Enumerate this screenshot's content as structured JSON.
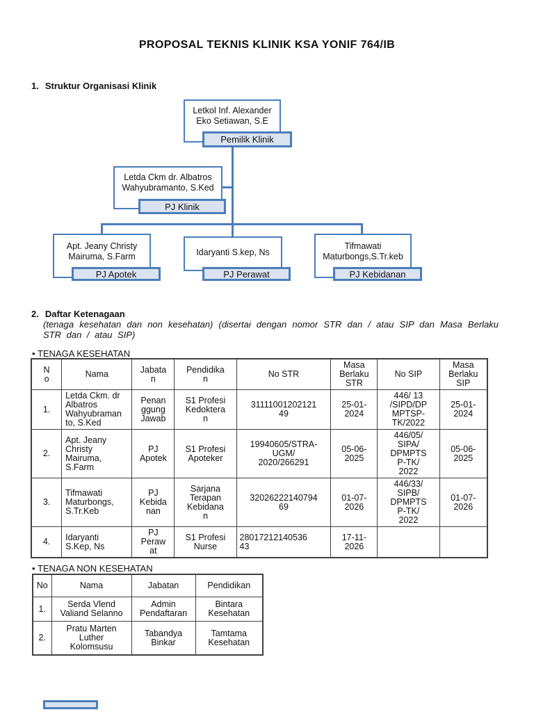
{
  "doc": {
    "title": "PROPOSAL TEKNIS KLINIK KSA YONIF 764/IB"
  },
  "section1": {
    "number": "1.",
    "title": "Struktur Organisasi Klinik"
  },
  "org_chart": {
    "accent_color": "#4a7ebb",
    "label_fill": "#dbe3f0",
    "nodes": [
      {
        "name": "Letkol Inf. Alexander\nEko Setiawan, S.E",
        "role": "Pemilik Klinik"
      },
      {
        "name": "Letda Ckm dr. Albatros\nWahyubramanto, S.Ked",
        "role": "PJ Klinik"
      },
      {
        "name": "Apt. Jeany Christy\nMairuma, S.Farm",
        "role": "PJ Apotek"
      },
      {
        "name": "Idaryanti S.kep, Ns",
        "role": "PJ Perawat"
      },
      {
        "name": "Tifmawati\nMaturbongs,S.Tr.keb",
        "role": "PJ Kebidanan"
      }
    ]
  },
  "section2": {
    "number": "2.",
    "title": "Daftar Ketenagaan",
    "note": "(tenaga kesehatan dan non kesehatan) (disertai dengan nomor STR dan / atau SIP dan Masa Berlaku STR dan / atau SIP)",
    "table1_label": "TENAGA KESEHATAN",
    "table2_label": "TENAGA NON KESEHATAN"
  },
  "table1": {
    "headers": [
      "N\no",
      "Nama",
      "Jabata\nn",
      "Pendidika\nn",
      "No STR",
      "Masa\nBerlaku\nSTR",
      "No SIP",
      "Masa\nBerlaku\nSIP"
    ],
    "rows": [
      [
        "1.",
        "Letda Ckm. dr\nAlbatros\nWahyubraman\nto, S.Ked",
        "Penan\nggung\nJawab",
        "S1 Profesi\nKedoktera\nn",
        "31111001202121\n49",
        "25-01-\n2024",
        "446/ 13\n/SIPD/DP\nMPTSP-\nTK/2022",
        "25-01-\n2024"
      ],
      [
        "2.",
        "Apt. Jeany\nChristy\nMairuma,\nS.Farm",
        "PJ\nApotek",
        "S1 Profesi\nApoteker",
        "19940605/STRA-\nUGM/\n2020/266291",
        "05-06-\n2025",
        "446/05/\nSIPA/\nDPMPTS\nP-TK/\n2022",
        "05-06-\n2025"
      ],
      [
        "3.",
        "Tifmawati\nMaturbongs,\nS.Tr.Keb",
        "PJ\nKebida\nnan",
        "Sarjana\nTerapan\nKebidana\nn",
        "32026222140794\n69",
        "01-07-\n2026",
        "446/33/\nSIPB/\nDPMPTS\nP-TK/\n2022",
        "01-07-\n2026"
      ],
      [
        "4.",
        "Idaryanti\nS.Kep, Ns",
        "PJ\nPeraw\nat",
        "S1 Profesi\nNurse",
        "28017212140536\n43",
        "17-11-\n2026",
        "",
        ""
      ]
    ]
  },
  "table2": {
    "headers": [
      "No",
      "Nama",
      "Jabatan",
      "Pendidikan"
    ],
    "rows": [
      [
        "1.",
        "Serda Vlend\nValiand Selanno",
        "Admin\nPendaftaran",
        "Bintara\nKesehatan"
      ],
      [
        "2.",
        "Pratu Marten\nLuther\nKolomsusu",
        "Tabandya\nBinkar",
        "Tamtama\nKesehatan"
      ]
    ]
  }
}
